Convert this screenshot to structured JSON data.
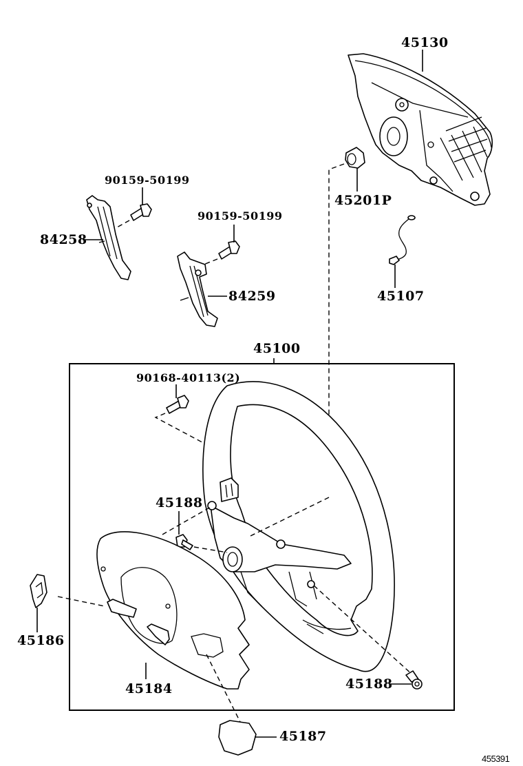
{
  "diagram": {
    "title": "Steering Wheel Parts Diagram",
    "figure_code": "455391",
    "parts": [
      {
        "id": "p45130",
        "label": "45130",
        "name": "steering-wheel-pad"
      },
      {
        "id": "p45201P",
        "label": "45201P",
        "name": "pad-clip"
      },
      {
        "id": "p45107",
        "label": "45107",
        "name": "horn-wire"
      },
      {
        "id": "p90159a",
        "label": "90159-50199",
        "name": "screw-left"
      },
      {
        "id": "p84258",
        "label": "84258",
        "name": "switch-bracket-left"
      },
      {
        "id": "p90159b",
        "label": "90159-50199",
        "name": "screw-right"
      },
      {
        "id": "p84259",
        "label": "84259",
        "name": "switch-bracket-right"
      },
      {
        "id": "p45100",
        "label": "45100",
        "name": "steering-wheel-assembly"
      },
      {
        "id": "p90168",
        "label": "90168-40113(2)",
        "name": "screw-wheel"
      },
      {
        "id": "p45188a",
        "label": "45188",
        "name": "screw-cover-upper"
      },
      {
        "id": "p45186",
        "label": "45186",
        "name": "cover-clip"
      },
      {
        "id": "p45184",
        "label": "45184",
        "name": "lower-cover"
      },
      {
        "id": "p45188b",
        "label": "45188",
        "name": "screw-cover-lower"
      },
      {
        "id": "p45187",
        "label": "45187",
        "name": "cover-cap"
      }
    ]
  }
}
